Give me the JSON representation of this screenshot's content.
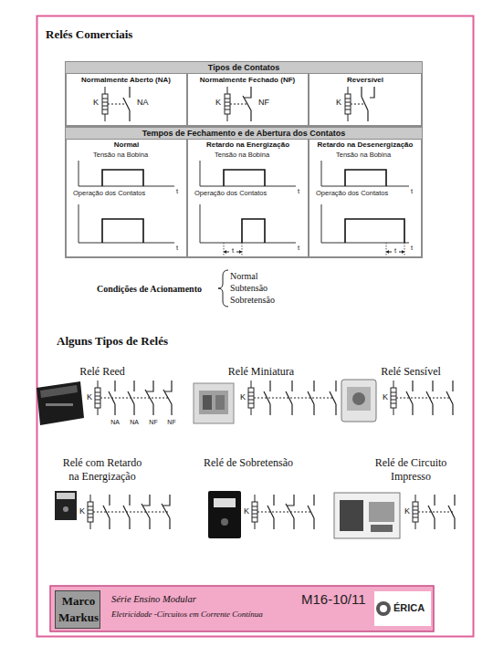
{
  "diagram": {
    "title": "Relés Comerciais",
    "nodes": [
      {
        "text": [
          "Tipos de Contatos"
        ]
      },
      {
        "text": [
          "Normalmente Aberto (NA)",
          "K",
          "NA"
        ]
      },
      {
        "text": [
          "Normalmente Fechado (NF)",
          "K",
          "NF"
        ]
      },
      {
        "text": [
          "Reversível",
          "K"
        ]
      },
      {
        "text": [
          "Tempos de Fechamento e de Abertura dos Contatos"
        ]
      },
      {
        "text": [
          "Normal",
          "Tensão na Bobina",
          "Operação dos Contatos",
          "t",
          "t"
        ]
      },
      {
        "text": [
          "Retardo na Energização",
          "Tensão na Bobina",
          "Operação dos Contatos",
          "t",
          "t",
          "t"
        ]
      },
      {
        "text": [
          "Retardo na Desenergização",
          "Tensão na Bobina",
          "Operação dos Contatos",
          "t",
          "t",
          "t"
        ]
      },
      {
        "text": [
          "Série Ensino Modular",
          "Eletricidade -Circuitos em Corrente Contínua",
          "M16-10/11"
        ]
      },
      {
        "text": [
          "Marco",
          "Markus"
        ],
        "in": 8
      },
      {
        "text": [
          "ÉRICA"
        ],
        "in": 8
      }
    ],
    "labels": [
      "Condições de Acionamento",
      "Normal",
      "Subtensão",
      "Sobretensão",
      "Alguns Tipos de Relés",
      "Relé Reed",
      "K",
      "NA",
      "NA",
      "NF",
      "NF",
      "Relé Miniatura",
      "K",
      "Relé Sensível",
      "K",
      "Relé com Retardo na Energização",
      "K",
      "Relé de Sobretensão",
      "K",
      "Relé de Circuito Impresso",
      "K"
    ]
  }
}
